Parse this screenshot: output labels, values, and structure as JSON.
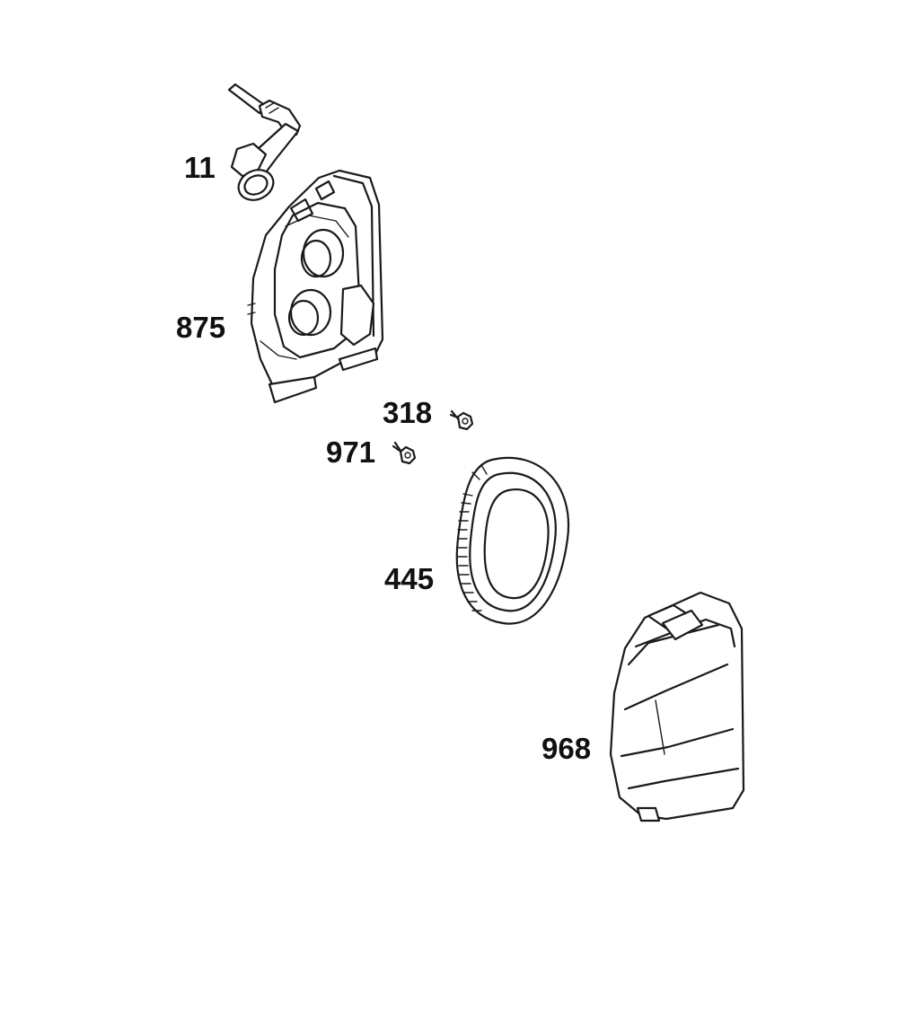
{
  "parts": [
    {
      "id": "breather-tube",
      "label": "11"
    },
    {
      "id": "air-cleaner-base",
      "label": "875"
    },
    {
      "id": "screw-a",
      "label": "318"
    },
    {
      "id": "screw-b",
      "label": "971"
    },
    {
      "id": "air-filter",
      "label": "445"
    },
    {
      "id": "air-cleaner-cover",
      "label": "968"
    }
  ],
  "colors": {
    "line": "#1a1a1a",
    "label": "#111111",
    "background": "#ffffff"
  }
}
